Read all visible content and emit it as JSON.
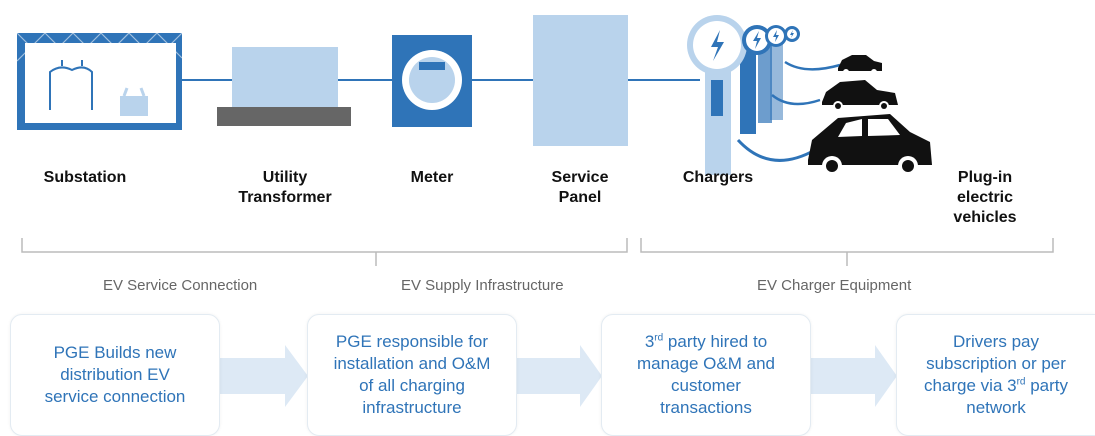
{
  "components": {
    "substation": "Substation",
    "utility_transformer_line1": "Utility",
    "utility_transformer_line2": "Transformer",
    "meter": "Meter",
    "service_panel_line1": "Service",
    "service_panel_line2": "Panel",
    "chargers": "Chargers",
    "plugin_ev_line1": "Plug-in",
    "plugin_ev_line2": "electric",
    "plugin_ev_line3": "vehicles"
  },
  "phases": {
    "service_connection": "EV Service Connection",
    "supply_infrastructure": "EV Supply Infrastructure",
    "charger_equipment": "EV Charger Equipment"
  },
  "responsibilities": {
    "box1_line1": "PGE Builds new",
    "box1_line2": "distribution EV",
    "box1_line3": "service connection",
    "box2_line1": "PGE responsible for",
    "box2_line2": "installation and O&M",
    "box2_line3": "of all charging",
    "box2_line4": "infrastructure",
    "box3_num": "3",
    "box3_sup": "rd",
    "box3_line1_rest": " party hired to",
    "box3_line2": "manage O&M and",
    "box3_line3": "customer",
    "box3_line4": "transactions",
    "box4_line1": "Drivers pay",
    "box4_line2": "subscription or per",
    "box4_line3_pre": "charge via 3",
    "box4_sup": "rd",
    "box4_line3_post": " party",
    "box4_line4": "network"
  },
  "colors": {
    "accent_blue": "#2f74b8",
    "light_blue": "#b9d3ec",
    "arrow_blue": "#dde9f5",
    "dark": "#111111",
    "bracket_gray": "#bbbbbb"
  }
}
